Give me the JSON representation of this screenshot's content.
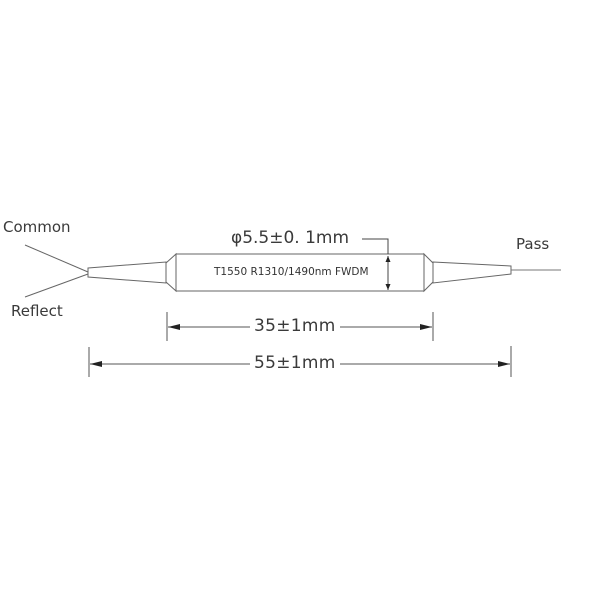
{
  "diagram": {
    "type": "mechanical-drawing",
    "subject": "fiber-optic filter WDM component",
    "ports": {
      "common": "Common",
      "reflect": "Reflect",
      "pass": "Pass"
    },
    "body_marking": "T1550 R1310/1490nm FWDM",
    "dimensions": {
      "diameter": "φ5.5±0. 1mm",
      "body_length": "35±1mm",
      "total_length": "55±1mm"
    },
    "colors": {
      "line": "#555555",
      "text": "#3a3a3a",
      "background": "#ffffff"
    }
  }
}
